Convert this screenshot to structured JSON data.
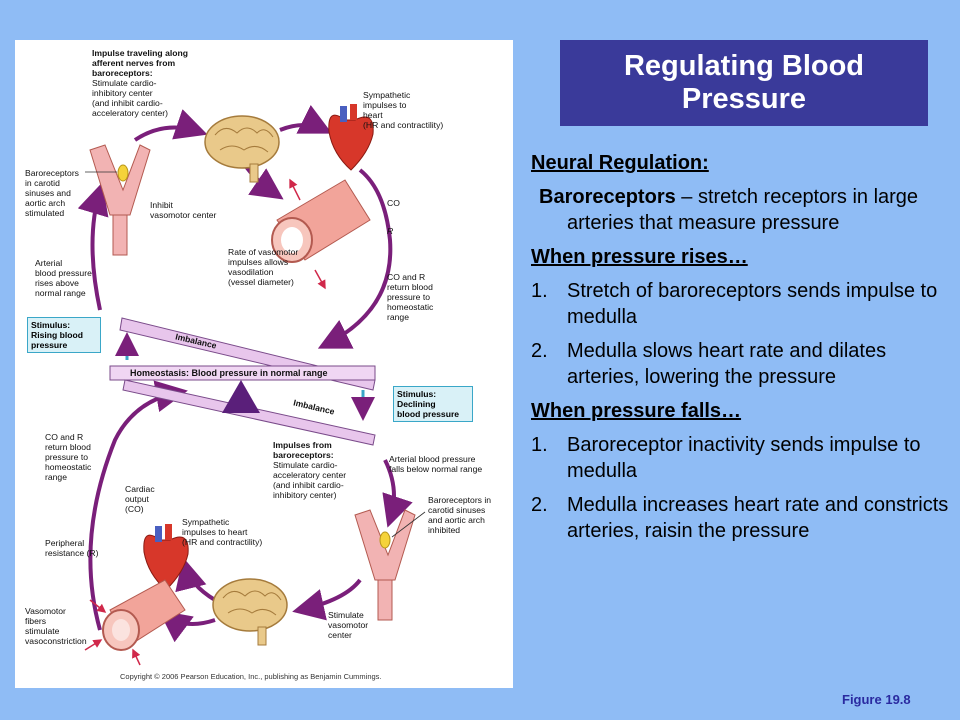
{
  "slide": {
    "title": "Regulating Blood Pressure",
    "figure_number": "Figure 19.8"
  },
  "content": {
    "heading": "Neural Regulation:",
    "baroreceptors_term": "Baroreceptors",
    "baroreceptors_def": " – stretch receptors in large arteries that measure pressure",
    "rises_heading": "When pressure rises…",
    "rises": [
      {
        "num": "1.",
        "text": "Stretch of baroreceptors sends impulse to medulla"
      },
      {
        "num": "2.",
        "text": "Medulla slows heart rate and dilates arteries, lowering the pressure"
      }
    ],
    "falls_heading": "When pressure falls…",
    "falls": [
      {
        "num": "1.",
        "text": "Baroreceptor inactivity sends impulse to medulla"
      },
      {
        "num": "2.",
        "text": "Medulla increases heart rate and constricts arteries, raisin the pressure"
      }
    ]
  },
  "diagram": {
    "top_impulse_title": "Impulse traveling along\nafferent nerves from\nbaroreceptors:",
    "top_impulse_body": "Stimulate cardio-\ninhibitory center\n(and inhibit cardio-\nacceleratory center)",
    "sympathetic_top": "Sympathetic\nimpulses to\nheart\n(HR and contractility)",
    "baroreceptors_top": "Baroreceptors\nin carotid\nsinuses and\naortic arch\nstimulated",
    "inhibit_vasomotor": "Inhibit\nvasomotor center",
    "co_top": "CO",
    "r_top": "R",
    "vasomotor_rate": "Rate of vasomotor\nimpulses allows\nvasodilation\n(vessel diameter)",
    "arterial_rises": "Arterial\nblood pressure\nrises above\nnormal range",
    "co_r_return_top": "CO and R\nreturn blood\npressure to\nhomeostatic\nrange",
    "stimulus_rising": "Stimulus:\nRising blood\npressure",
    "imbalance_top": "Imbalance",
    "homeostasis": "Homeostasis: Blood pressure in normal range",
    "imbalance_bottom": "Imbalance",
    "stimulus_declining": "Stimulus:\nDeclining\nblood pressure",
    "co_r_return_bottom": "CO and R\nreturn blood\npressure to\nhomeostatic\nrange",
    "impulses_from_title": "Impulses from\nbaroreceptors:",
    "impulses_from_body": "Stimulate cardio-\nacceleratory center\n(and inhibit cardio-\ninhibitory center)",
    "arterial_falls": "Arterial blood pressure\nfalls below normal range",
    "cardiac_output": "Cardiac\noutput\n(CO)",
    "baroreceptors_bottom": "Baroreceptors in\ncarotid sinuses\nand aortic arch\ninhibited",
    "sympathetic_bottom": "Sympathetic\nimpulses to heart\n(HR and contractility)",
    "peripheral_resistance": "Peripheral\nresistance (R)",
    "vasomotor_fibers": "Vasomotor\nfibers\nstimulate\nvasoconstriction",
    "stimulate_vasomotor": "Stimulate\nvasomotor\ncenter",
    "copyright": "Copyright © 2006 Pearson Education, Inc., publishing as Benjamin Cummings."
  }
}
